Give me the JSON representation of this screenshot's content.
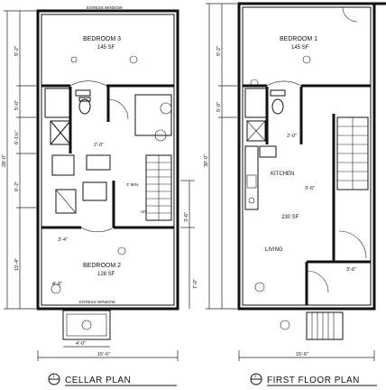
{
  "cellar": {
    "title": "CELLAR PLAN",
    "number": "1",
    "egress_top": "EGRESS WINDOW",
    "egress_bottom": "EGRESS WINDOW",
    "bedroom3": {
      "name": "BEDROOM 3",
      "area": "145 SF"
    },
    "bedroom2": {
      "name": "BEDROOM 2",
      "area": "128 SF"
    },
    "up_label": "UP",
    "mech_label": "3' MIN.",
    "dims": {
      "left_total": "28'-0\"",
      "left_a": "9'-2\"",
      "left_b": "5'-0\"",
      "left_c": "6'-1½\"",
      "left_d": "6'-2\"",
      "left_e": "15'-4\"",
      "bottom_total": "15'-6\"",
      "bottom_a": "4'-0\"",
      "mid_a": "3'-4\"",
      "mid_b": "4'-8\"",
      "right_a": "3'-6\"",
      "right_b": "7'-0\"",
      "bath_a": "2'-0\""
    }
  },
  "first_floor": {
    "title": "FIRST FLOOR PLAN",
    "number": "2",
    "bedroom1": {
      "name": "BEDROOM 1",
      "area": "145 SF"
    },
    "kitchen": "KITCHEN",
    "living_area": "230 SF",
    "living": "LIVING",
    "dims": {
      "left_total": "30'-0\"",
      "left_a": "9'-2\"",
      "left_b": "5'-0\"",
      "bottom_total": "15'-6\"",
      "kit_a": "3'-6\"",
      "stair_a": "3'-6\"",
      "bath_a": "2'-0\""
    }
  }
}
